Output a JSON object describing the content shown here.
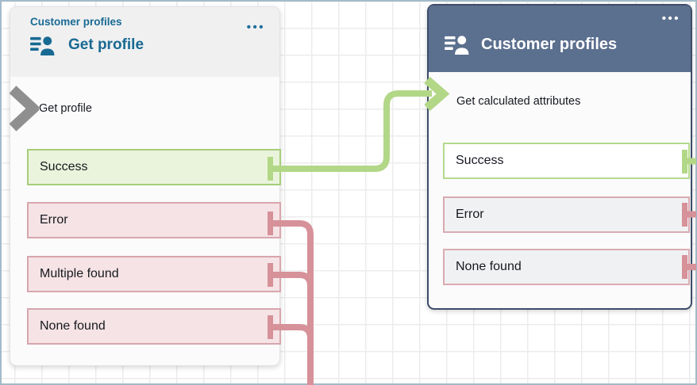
{
  "left_block": {
    "category": "Customer profiles",
    "title": "Get profile",
    "action_label": "Get profile",
    "menu_glyph": "•••",
    "outputs": [
      {
        "label": "Success",
        "state": "connected-success"
      },
      {
        "label": "Error",
        "state": "connected-error"
      },
      {
        "label": "Multiple found",
        "state": "connected-error"
      },
      {
        "label": "None found",
        "state": "connected-error"
      }
    ]
  },
  "right_block": {
    "title": "Customer profiles",
    "action_label": "Get calculated attributes",
    "menu_glyph": "•••",
    "outputs": [
      {
        "label": "Success",
        "state": "success"
      },
      {
        "label": "Error",
        "state": "error"
      },
      {
        "label": "None found",
        "state": "error"
      }
    ]
  },
  "connections": [
    {
      "from": "Get profile / Success",
      "to": "Customer profiles (Get calculated attributes)",
      "color": "#b2d787"
    },
    {
      "from": "Get profile / Error",
      "to": "off-canvas below",
      "color": "#d69199"
    },
    {
      "from": "Get profile / Multiple found",
      "to": "off-canvas below",
      "color": "#d69199"
    },
    {
      "from": "Get profile / None found",
      "to": "off-canvas below",
      "color": "#d69199"
    }
  ],
  "colors": {
    "accent_teal": "#186a93",
    "header_navy": "#5b6f8e",
    "selected_border": "#3c4d68",
    "success_line": "#b2d787",
    "success_fill": "#eaf4dc",
    "error_line": "#d69199",
    "error_fill": "#f5e3e5",
    "input_chevron_gray": "#8f8f8f",
    "grid_line": "#ececec",
    "canvas_border": "#a3bac9"
  }
}
